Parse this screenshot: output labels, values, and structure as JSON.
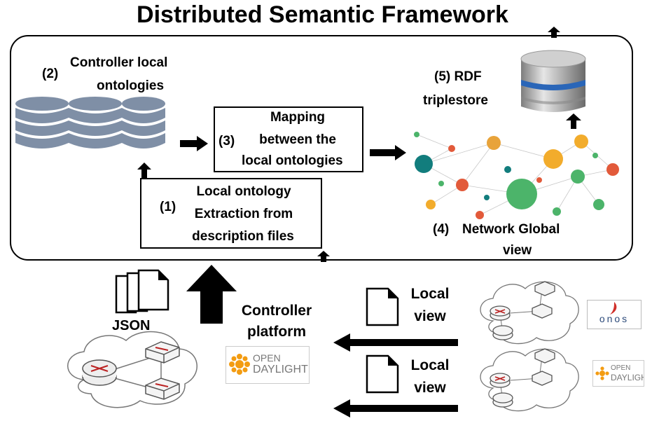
{
  "title": "Distributed Semantic Framework",
  "nodes": {
    "controller_ontologies": {
      "num": "(2)",
      "line1": "Controller local",
      "line2": "ontologies"
    },
    "mapping": {
      "num": "(3)",
      "line1": "Mapping",
      "line2": "between the",
      "line3": "local ontologies"
    },
    "extraction": {
      "num": "(1)",
      "line1": "Local ontology",
      "line2": "Extraction from",
      "line3": "description files"
    },
    "global_view": {
      "num": "(4)",
      "line1": "Network Global",
      "line2": "view"
    },
    "triplestore": {
      "num": "(5)",
      "line1": "RDF",
      "line2": "triplestore"
    }
  },
  "bottom": {
    "json_label": "JSON",
    "controller_platform": {
      "line1": "Controller",
      "line2": "platform"
    },
    "local_view_1": {
      "line1": "Local",
      "line2": "view"
    },
    "local_view_2": {
      "line1": "Local",
      "line2": "view"
    }
  },
  "logos": {
    "opendaylight_main": {
      "line1": "OPEN",
      "line2": "DAYLIGHT"
    },
    "onos": {
      "text": "onos"
    },
    "opendaylight_small": {
      "line1": "OPEN",
      "line2": "DAYLIGHT"
    }
  },
  "colors": {
    "db": "#7f8fa6",
    "arrow": "#000000",
    "odl_orange": "#f39c12",
    "onos_blue": "#2c4a7a",
    "onos_red": "#d0302a"
  }
}
